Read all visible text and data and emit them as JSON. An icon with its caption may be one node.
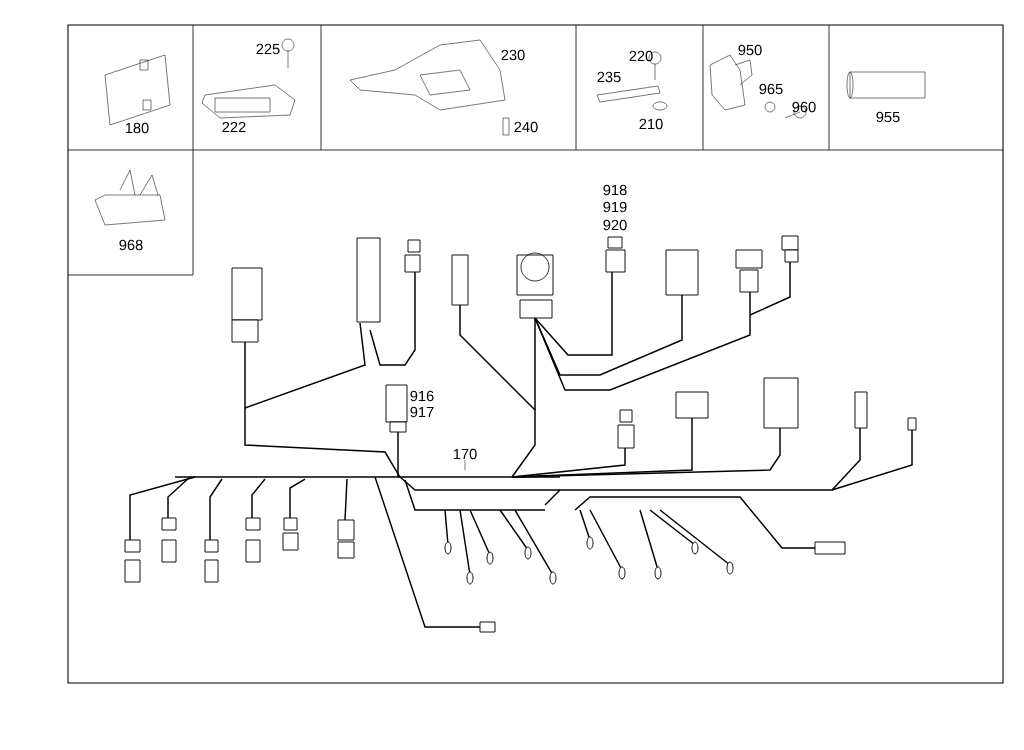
{
  "diagram": {
    "labels": [
      "180",
      "225",
      "222",
      "230",
      "240",
      "220",
      "235",
      "210",
      "950",
      "965",
      "960",
      "955",
      "968",
      "918",
      "919",
      "920",
      "916",
      "917",
      "170"
    ]
  }
}
